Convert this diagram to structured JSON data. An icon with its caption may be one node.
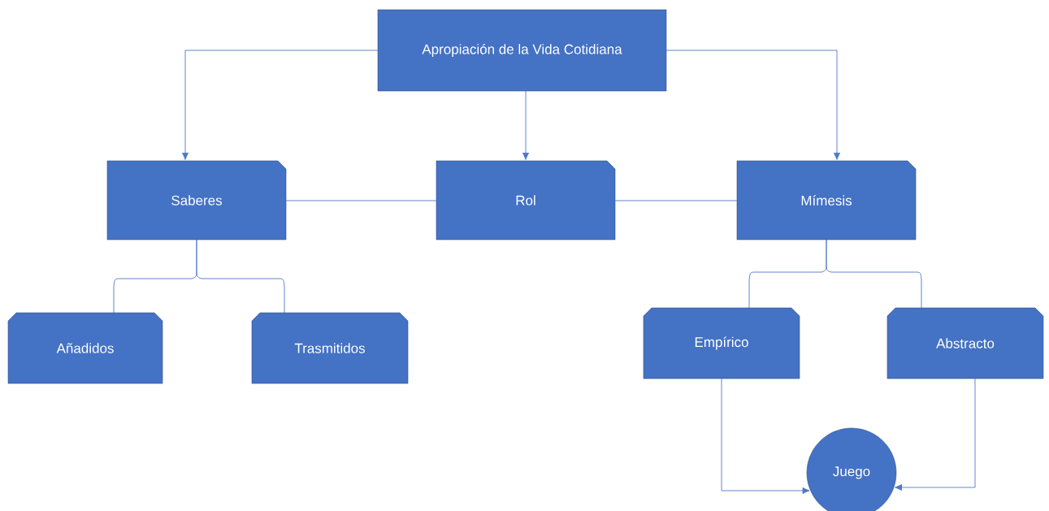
{
  "diagram": {
    "nodes": [
      {
        "text": [
          "Apropiación de la Vida Cotidiana"
        ]
      },
      {
        "text": [
          "Saberes"
        ]
      },
      {
        "text": [
          "Rol"
        ]
      },
      {
        "text": [
          "Mímesis"
        ]
      },
      {
        "text": [
          "Añadidos"
        ]
      },
      {
        "text": [
          "Trasmitidos"
        ]
      },
      {
        "text": [
          "Empírico"
        ]
      },
      {
        "text": [
          "Abstracto"
        ]
      },
      {
        "text": [
          "Juego"
        ]
      }
    ],
    "edges": [
      {
        "from": 0,
        "to": 1,
        "arrow": "to"
      },
      {
        "from": 0,
        "to": 2,
        "arrow": "to"
      },
      {
        "from": 0,
        "to": 3,
        "arrow": "to"
      },
      {
        "from": 1,
        "to": 2,
        "arrow": "none"
      },
      {
        "from": 2,
        "to": 3,
        "arrow": "none"
      },
      {
        "from": 1,
        "to": 4,
        "arrow": "none"
      },
      {
        "from": 1,
        "to": 5,
        "arrow": "none"
      },
      {
        "from": 3,
        "to": 6,
        "arrow": "none"
      },
      {
        "from": 3,
        "to": 7,
        "arrow": "none"
      },
      {
        "from": 6,
        "to": 8,
        "arrow": "to"
      },
      {
        "from": 7,
        "to": 8,
        "arrow": "to"
      }
    ]
  }
}
